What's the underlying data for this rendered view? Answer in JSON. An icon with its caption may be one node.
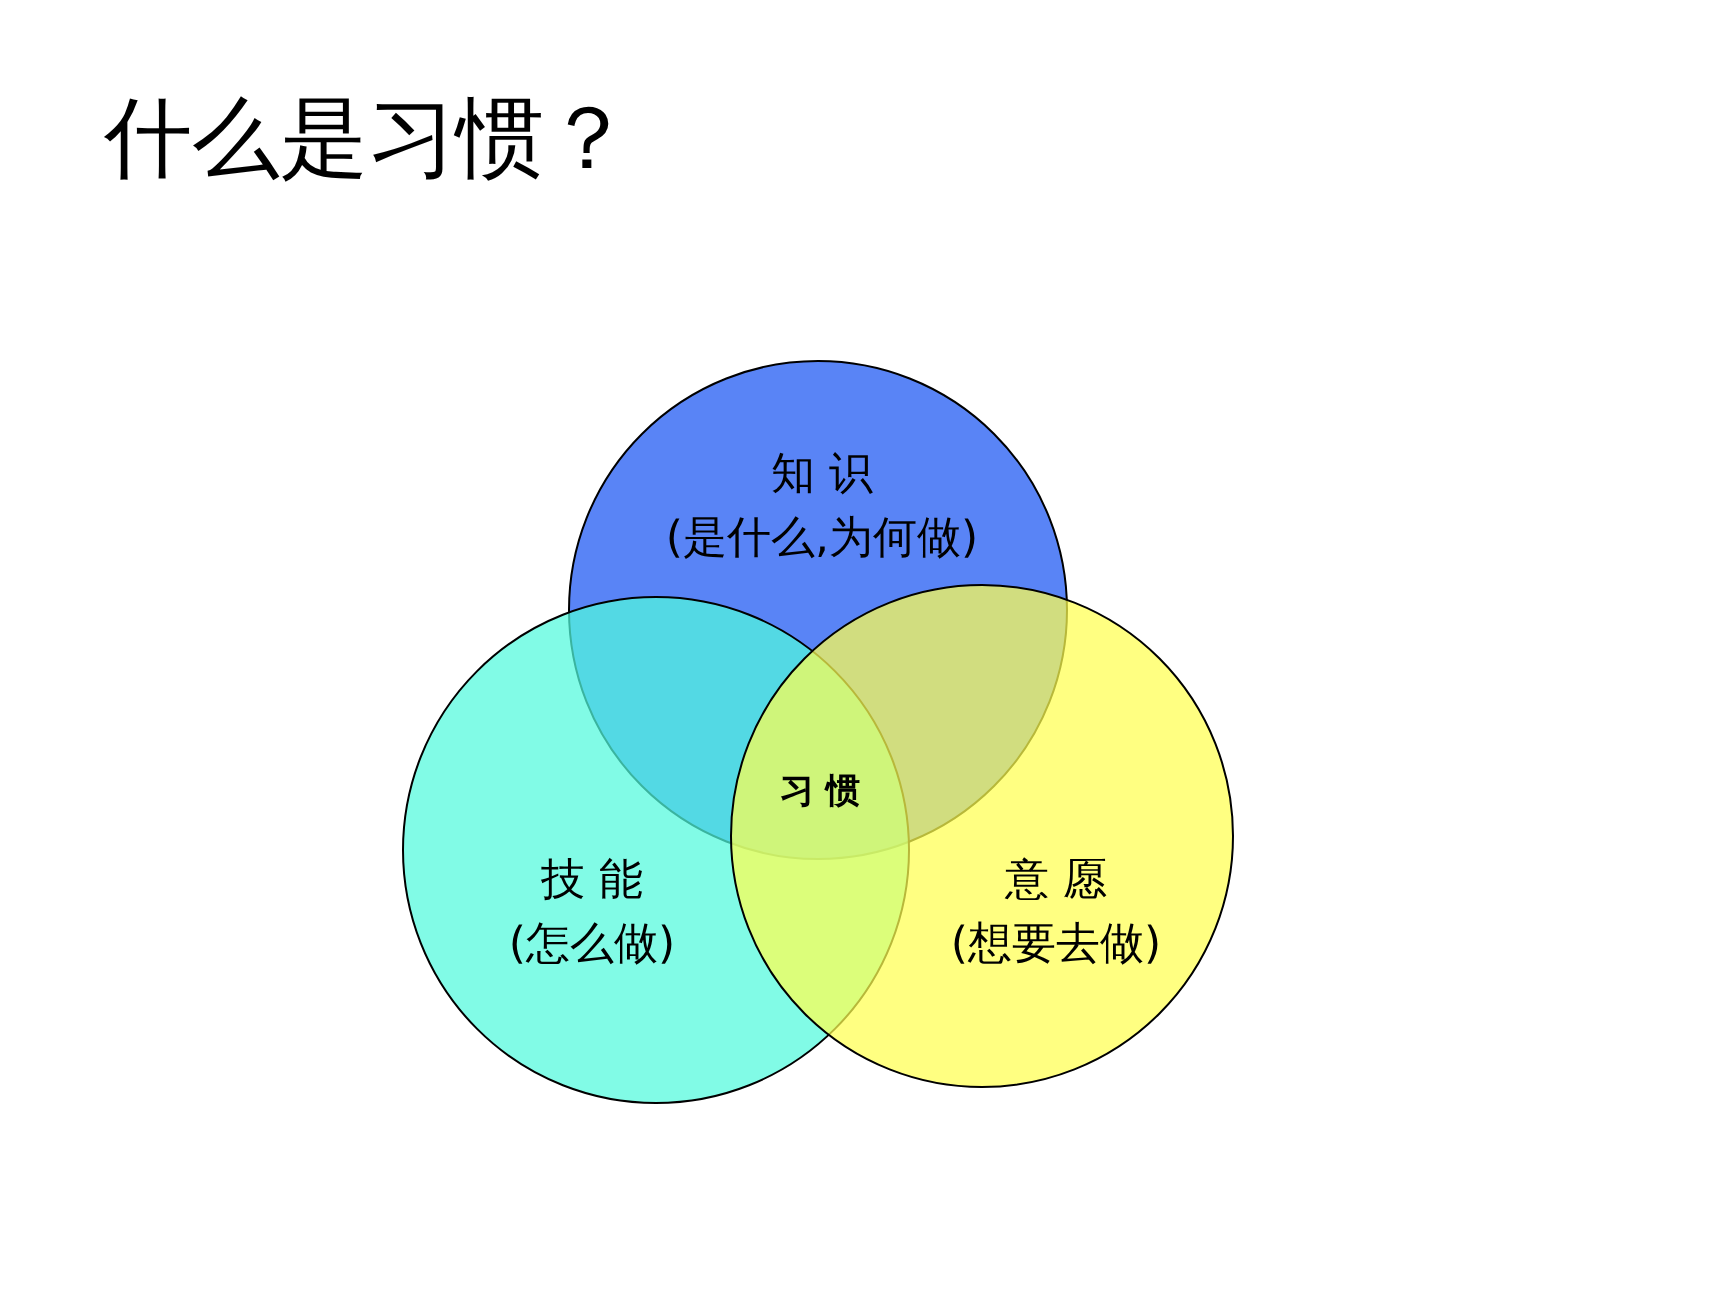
{
  "diagram": {
    "title": "什么是习惯？",
    "nodes": [
      {
        "text": [
          "知 识",
          "(是什么,为何做)"
        ]
      },
      {
        "text": [
          "技 能",
          "(怎么做)"
        ]
      },
      {
        "text": [
          "意 愿",
          "(想要去做)"
        ]
      }
    ],
    "labels": [
      "习 惯"
    ]
  }
}
